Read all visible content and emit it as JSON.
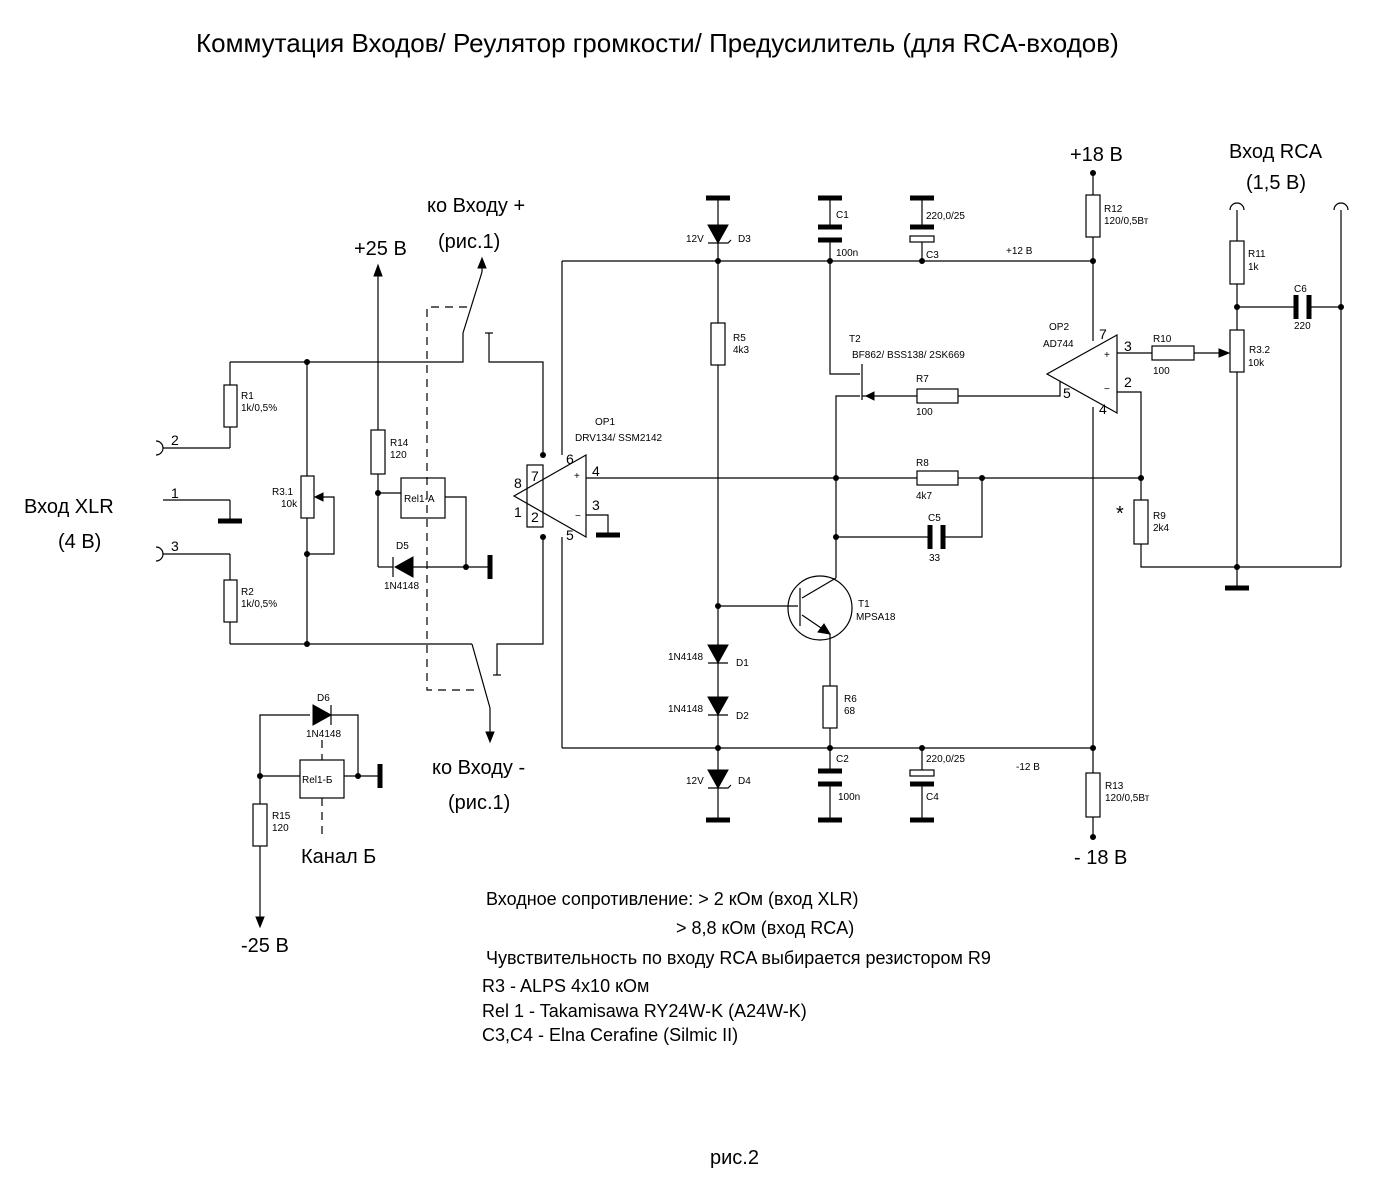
{
  "title": "Коммутация Входов/ Реулятор громкости/ Предусилитель (для RCA-входов)",
  "figure_caption": "рис.2",
  "inputs": {
    "xlr_label": "Вход XLR",
    "xlr_level": "(4 В)",
    "xlr_pins": [
      "2",
      "1",
      "3"
    ],
    "rca_label": "Вход RCA",
    "rca_level": "(1,5 В)"
  },
  "rails": {
    "plus25": "+25 В",
    "minus25": "-25 В",
    "plus18": "+18 В",
    "minus18": "- 18 В",
    "plus12": "+12 В",
    "minus12": "-12 В"
  },
  "connections": {
    "to_plus_1": "ко Входу +",
    "to_plus_2": "(рис.1)",
    "to_minus_1": "ко Входу -",
    "to_minus_2": "(рис.1)",
    "channel_b": "Канал Б"
  },
  "components": {
    "R1": {
      "name": "R1",
      "value": "1k/0,5%"
    },
    "R2": {
      "name": "R2",
      "value": "1k/0,5%"
    },
    "R3_1": {
      "name": "R3.1",
      "value": "10k"
    },
    "R14": {
      "name": "R14",
      "value": "120"
    },
    "Rel1A": {
      "name": "Rel1-A"
    },
    "D5": {
      "name": "D5",
      "value": "1N4148"
    },
    "D6": {
      "name": "D6",
      "value": "1N4148"
    },
    "Rel1B": {
      "name": "Rel1-Б"
    },
    "R15": {
      "name": "R15",
      "value": "120"
    },
    "OP1": {
      "name": "OP1",
      "value": "DRV134/ SSM2142",
      "pins": [
        "8",
        "7",
        "6",
        "4",
        "3",
        "1",
        "2",
        "5"
      ]
    },
    "D3": {
      "name": "D3",
      "value": "12V"
    },
    "R5": {
      "name": "R5",
      "value": "4k3"
    },
    "D1": {
      "name": "D1",
      "value": "1N4148"
    },
    "D2": {
      "name": "D2",
      "value": "1N4148"
    },
    "D4": {
      "name": "D4",
      "value": "12V"
    },
    "C1": {
      "name": "C1",
      "value": "100n"
    },
    "C2": {
      "name": "C2",
      "value": "100n"
    },
    "C3": {
      "name": "C3",
      "value": "220,0/25"
    },
    "C4": {
      "name": "C4",
      "value": "220,0/25"
    },
    "T2": {
      "name": "T2",
      "value": "BF862/ BSS138/ 2SK669"
    },
    "R7": {
      "name": "R7",
      "value": "100"
    },
    "R8": {
      "name": "R8",
      "value": "4k7"
    },
    "C5": {
      "name": "C5",
      "value": "33"
    },
    "T1": {
      "name": "T1",
      "value": "MPSA18"
    },
    "R6": {
      "name": "R6",
      "value": "68"
    },
    "OP2": {
      "name": "OP2",
      "value": "AD744",
      "pins": [
        "7",
        "3",
        "2",
        "5",
        "4"
      ]
    },
    "R12": {
      "name": "R12",
      "value": "120/0,5Вт"
    },
    "R13": {
      "name": "R13",
      "value": "120/0,5Вт"
    },
    "R10": {
      "name": "R10",
      "value": "100"
    },
    "R11": {
      "name": "R11",
      "value": "1k"
    },
    "C6": {
      "name": "C6",
      "value": "220"
    },
    "R3_2": {
      "name": "R3.2",
      "value": "10k"
    },
    "R9": {
      "name": "R9",
      "value": "2k4",
      "mark": "*"
    }
  },
  "notes": [
    "Входное сопротивление: > 2 кОм (вход XLR)",
    "> 8,8 кОм (вход RCA)",
    "Чувствительность по входу RCA выбирается  резистором  R9",
    "R3 - ALPS 4x10 кОм",
    "Rel 1 - Takamisawa RY24W-K (A24W-K)",
    "C3,C4 - Elna Cerafine (Silmic II)"
  ]
}
